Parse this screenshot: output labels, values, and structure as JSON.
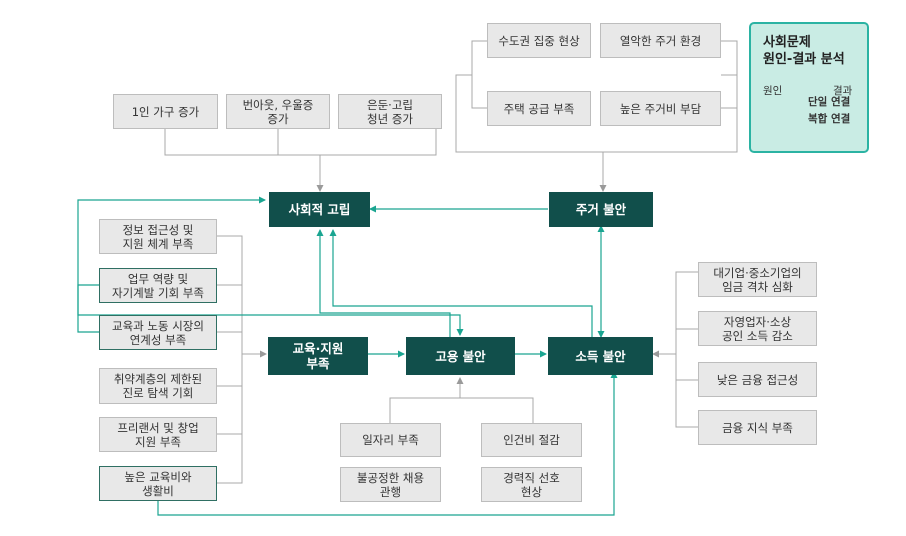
{
  "legend": {
    "title": "사회문제\n원인-결과 분석",
    "cause": "원인",
    "effect": "결과",
    "single": "단일 연결",
    "compound": "복합 연결"
  },
  "nodes": {
    "isolation": "사회적 고립",
    "housing": "주거 불안",
    "edu_support": "교육·지원\n부족",
    "employment": "고용 불안",
    "income": "소득 불안"
  },
  "housing_causes": [
    "수도권 집중 현상",
    "열악한 주거 환경",
    "주택 공급 부족",
    "높은 주거비 부담"
  ],
  "isolation_causes": [
    "1인 가구 증가",
    "번아웃, 우울증\n증가",
    "은둔·고립\n청년 증가"
  ],
  "edu_causes": [
    "정보 접근성 및\n지원 체계 부족",
    "업무 역량 및\n자기계발 기회 부족",
    "교육과 노동 시장의\n연계성 부족",
    "취약계층의 제한된\n진로 탐색 기회",
    "프리랜서 및 창업\n지원 부족",
    "높은 교육비와\n생활비"
  ],
  "employment_causes": [
    "일자리 부족",
    "인건비 절감",
    "불공정한 채용\n관행",
    "경력직 선호\n현상"
  ],
  "income_causes": [
    "대기업·중소기업의\n임금 격차 심화",
    "자영업자·소상\n공인 소득 감소",
    "낮은 금융 접근성",
    "금융 지식 부족"
  ],
  "colors": {
    "node": "#114f4b",
    "single_link": "#9a9a9a",
    "compound_link": "#1aa591",
    "legend_bg": "#c9ece4"
  }
}
